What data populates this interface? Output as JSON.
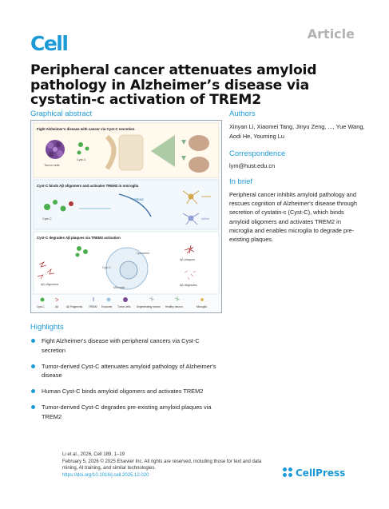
{
  "header": {
    "journal_logo": "Cell",
    "article_type": "Article"
  },
  "title": "Peripheral cancer attenuates amyloid pathology in Alzheimer’s disease via cystatin-c activation of TREM2",
  "graphical_abstract": {
    "heading": "Graphical abstract",
    "panel1_title": "Fight Alzheimer's disease with cancer via Cyst-C secretion",
    "panel1_labels": {
      "tumor": "Tumor cells",
      "cyst": "Cyst-C"
    },
    "panel2_title": "Cyst-C binds Aβ oligomers and activates TREM2 in microglia",
    "panel2_labels": {
      "cyst": "Cyst-C",
      "trem": "TREM2",
      "inactive": "Inactive",
      "active": "Active"
    },
    "panel3_title": "Cyst-C degrades Aβ plaques via TREM2 activation",
    "panel3_labels": {
      "ab_oligomers": "Aβ oligomers",
      "ab_plaques": "Aβ plaques",
      "ab_degrades": "Aβ degrades",
      "cyst": "Cyst-C",
      "microglia": "Microglia",
      "lysosome": "Lysosome"
    },
    "legend": [
      "Cyst-C",
      "Aβ",
      "Aβ Fragments",
      "TREM2",
      "Exosome",
      "Tumor cells",
      "Degenerating neuron",
      "Healthy neuron",
      "Microglia"
    ]
  },
  "authors": {
    "heading": "Authors",
    "names": "Xinyan Li, Xiaomei Tang, Jinyu Zeng, ..., Yue Wang, Aodi He, Youming Lu"
  },
  "correspondence": {
    "heading": "Correspondence",
    "email": "lym@hust.edu.cn"
  },
  "in_brief": {
    "heading": "In brief",
    "text": "Peripheral cancer inhibits amyloid pathology and rescues cognition of Alzheimer's disease through secretion of cystatin-c (Cyst-C), which binds amyloid oligomers and activates TREM2 in microglia and enables microglia to degrade pre-existing plaques."
  },
  "highlights": {
    "heading": "Highlights",
    "items": [
      "Fight Alzheimer's disease with peripheral cancers via Cyst-C secretion",
      "Tumor-derived Cyst-C attenuates amyloid pathology of Alzheimer's disease",
      "Human Cyst-C binds amyloid oligomers and activates TREM2",
      "Tumor-derived Cyst-C degrades pre-existing amyloid plaques via TREM2"
    ]
  },
  "citation": {
    "line1": "Li et al., 2026, Cell 189, 1–19",
    "line2": "February 5, 2026 © 2025 Elsevier Inc. All rights are reserved, including those for text and data mining, AI training, and similar technologies.",
    "doi": "https://doi.org/10.1016/j.cell.2025.12.020"
  },
  "publisher": {
    "name": "CellPress"
  },
  "colors": {
    "accent": "#1c9ad6",
    "tumor": "#7a4a9a",
    "cyst": "#4bb04b",
    "plaque": "#b23a3a"
  }
}
